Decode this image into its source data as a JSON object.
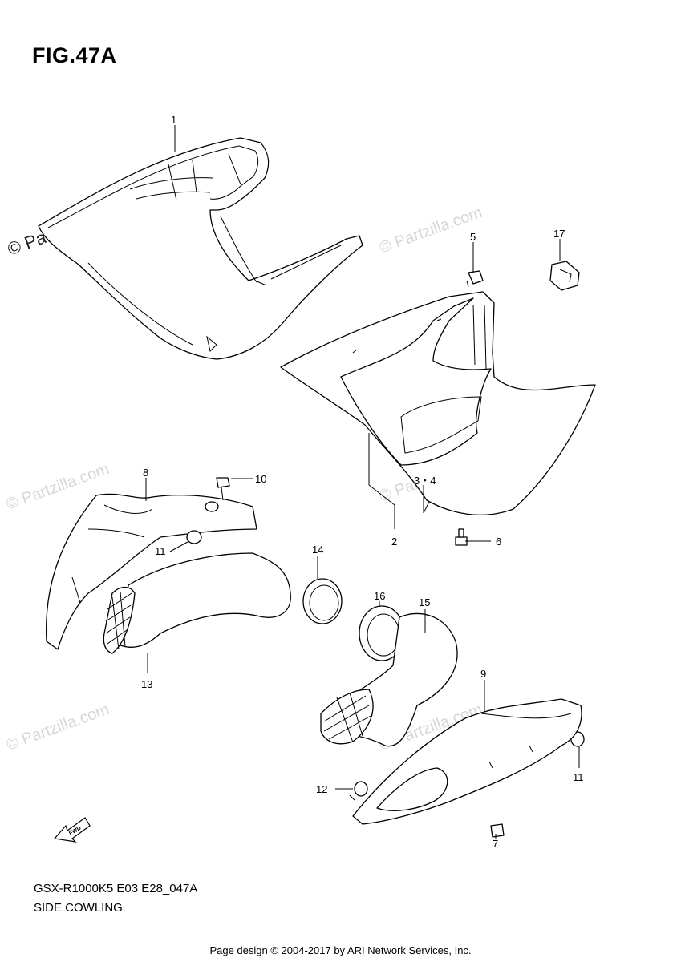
{
  "figure": {
    "title": "FIG.47A",
    "model_code": "GSX-R1000K5 E03 E28_047A",
    "section_name": "SIDE COWLING"
  },
  "watermark": {
    "primary": "© Partzilla.com",
    "repeat": "© Partzilla.com"
  },
  "fwd_label": "FWD",
  "callouts": [
    {
      "id": "1",
      "label": "1"
    },
    {
      "id": "2",
      "label": "2"
    },
    {
      "id": "3-4",
      "label": "3・4"
    },
    {
      "id": "5",
      "label": "5"
    },
    {
      "id": "6",
      "label": "6"
    },
    {
      "id": "7",
      "label": "7"
    },
    {
      "id": "8",
      "label": "8"
    },
    {
      "id": "9",
      "label": "9"
    },
    {
      "id": "10",
      "label": "10"
    },
    {
      "id": "11a",
      "label": "11"
    },
    {
      "id": "11b",
      "label": "11"
    },
    {
      "id": "12",
      "label": "12"
    },
    {
      "id": "13",
      "label": "13"
    },
    {
      "id": "14",
      "label": "14"
    },
    {
      "id": "15",
      "label": "15"
    },
    {
      "id": "16",
      "label": "16"
    },
    {
      "id": "17",
      "label": "17"
    }
  ],
  "footer": {
    "credit": "Page design © 2004-2017 by ARI Network Services, Inc."
  }
}
